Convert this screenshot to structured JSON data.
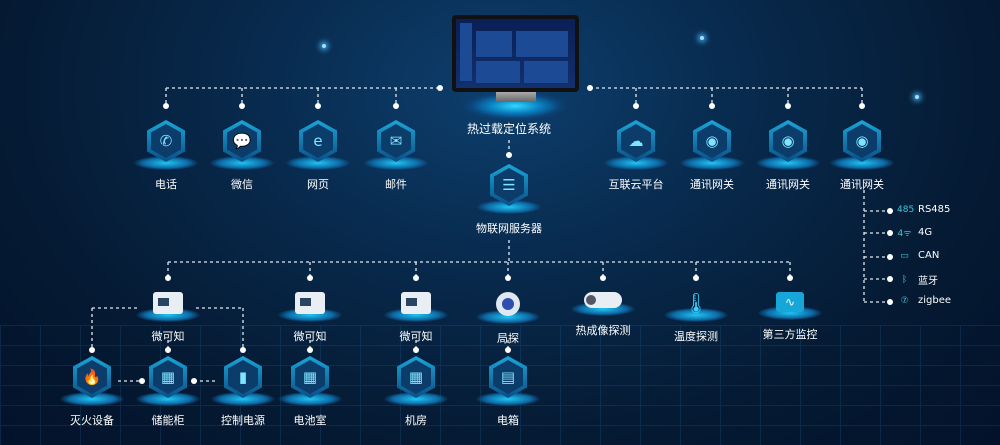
{
  "system": {
    "title": "热过载定位系统",
    "screen_title": "热过载定位系统"
  },
  "server": {
    "label": "物联网服务器",
    "icon": "server-icon"
  },
  "clients": [
    {
      "label": "电话",
      "icon": "phone-icon",
      "glyph": "✆"
    },
    {
      "label": "微信",
      "icon": "wechat-icon",
      "glyph": "💬"
    },
    {
      "label": "网页",
      "icon": "browser-icon",
      "glyph": "e"
    },
    {
      "label": "邮件",
      "icon": "mail-icon",
      "glyph": "✉"
    }
  ],
  "gateways": [
    {
      "label": "互联云平台",
      "icon": "cloud-icon",
      "glyph": "☁"
    },
    {
      "label": "通讯网关",
      "icon": "wifi-icon",
      "glyph": "◉"
    },
    {
      "label": "通讯网关",
      "icon": "wifi-icon",
      "glyph": "◉"
    },
    {
      "label": "通讯网关",
      "icon": "wifi-icon",
      "glyph": "◉"
    }
  ],
  "protocols": [
    {
      "label": "RS485",
      "glyph": "485"
    },
    {
      "label": "4G",
      "glyph": "4ᯤ"
    },
    {
      "label": "CAN",
      "glyph": "▭"
    },
    {
      "label": "蓝牙",
      "glyph": "ᛒ"
    },
    {
      "label": "zigbee",
      "glyph": "⑦"
    }
  ],
  "devices": [
    {
      "label": "微可知",
      "type": "dev"
    },
    {
      "label": "微可知",
      "type": "dev"
    },
    {
      "label": "微可知",
      "type": "dev"
    },
    {
      "label": "局探",
      "type": "round"
    },
    {
      "label": "热成像探测",
      "type": "cam"
    },
    {
      "label": "温度探测",
      "type": "thermo",
      "glyph": "🌡"
    },
    {
      "label": "第三方监控",
      "type": "mon",
      "glyph": "∿"
    }
  ],
  "targets": [
    {
      "label": "灭火设备",
      "glyph": "🔥"
    },
    {
      "label": "储能柜",
      "glyph": "▦"
    },
    {
      "label": "控制电源",
      "glyph": "▮"
    },
    {
      "label": "电池室",
      "glyph": "▦"
    },
    {
      "label": "机房",
      "glyph": "▦"
    },
    {
      "label": "电箱",
      "glyph": "▤"
    }
  ]
}
